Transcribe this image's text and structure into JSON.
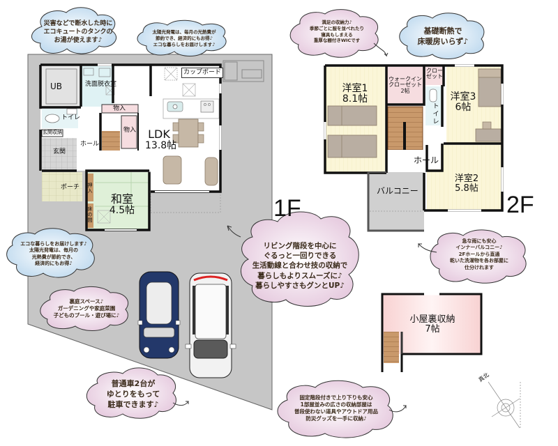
{
  "floors": {
    "first": {
      "tag": "1F",
      "rooms": {
        "ub": "UB",
        "washroom": "洗面脱衣室",
        "storage1": "物入",
        "storage2": "物入",
        "toilet": "トイレ",
        "entrance_storage": "玄関収納",
        "hall": "ホール",
        "entrance": "玄関",
        "porch": "ポーチ",
        "ldk_name": "LDK",
        "ldk_size": "13.8帖",
        "cupboard": "カップボード",
        "washitsu_name": "和室",
        "washitsu_size": "4.5帖",
        "oshiire": "押入",
        "tokonoma": "床の間"
      }
    },
    "second": {
      "tag": "2F",
      "rooms": {
        "western1_name": "洋室1",
        "western1_size": "8.1帖",
        "wic_line1": "ウォークイン",
        "wic_line2": "クローゼット",
        "wic_size": "2帖",
        "closet_line1": "クロー",
        "closet_line2": "ゼット",
        "toilet": "トイレ",
        "western3_name": "洋室3",
        "western3_size": "6帖",
        "hall": "ホール",
        "balcony": "バルコニー",
        "western2_name": "洋室2",
        "western2_size": "5.8帖"
      }
    },
    "attic": {
      "name": "小屋裏収納",
      "size": "7帖"
    }
  },
  "compass": {
    "label": "真北"
  },
  "bubbles": {
    "ecocute": [
      "災害などで断水した時に",
      "エコキュートのタンクの",
      "お湯が使えます♪"
    ],
    "solar_top": [
      "太陽光発電は、毎月の光熱費が",
      "節約でき、経済的にもお得♪",
      "エコな暮らしをお届けします♪"
    ],
    "eco_left": [
      "エコな暮らしをお届けします♪",
      "太陽光発電は、毎月の",
      "光熱費が節約でき、",
      "経済的にもお得♪"
    ],
    "garden": [
      "裏庭スペース♪",
      "ガーデニングや家庭菜園",
      "子どものプール・遊び場に♪"
    ],
    "stairs": [
      "リビング階段を中心に",
      "ぐるっと一回りできる",
      "生活動線と合わせ技の収納で",
      "暮らしもよりスムーズに♪",
      "暮らしやすさもグンとUP♪"
    ],
    "parking": [
      "普通車2台が",
      "ゆとりをもって",
      "駐車できます♪"
    ],
    "wic": [
      "満足の収納力♪",
      "季節ごとに服を並べれたり",
      "寝具もしまえる",
      "重厚な棚付きWICです"
    ],
    "insulation": [
      "基礎断熱で",
      "床暖房いらず♪"
    ],
    "inner_balcony": [
      "急な雨にも安心",
      "インナーバルコニー♪",
      "2Fホールから直通",
      "乾いた洗濯物を各お部屋に",
      "仕分けれます"
    ],
    "attic": [
      "固定階段付きで上り下りも安心",
      "1部屋並みの広さの収納部屋は",
      "普段使わない道具やアウトドア用品",
      "防災グッズを一手に収納♪"
    ]
  },
  "colors": {
    "lot": "#c8c8c8",
    "wall": "#111111",
    "washroom": "#dff2f4",
    "storage_pink": "#f6dde0",
    "toilet": "#e6f4f6",
    "tatami": "#dff0d8",
    "porch": "#e6e6c6",
    "stairs": "#c89a6a",
    "bedroom": "#fbf6d6",
    "attic": "#fbe0e0",
    "bubble_pink": "#ecd6e6",
    "bubble_blue": "#cfe4f2",
    "car_blue": "#23386a",
    "car_white": "#f2f2f2"
  }
}
